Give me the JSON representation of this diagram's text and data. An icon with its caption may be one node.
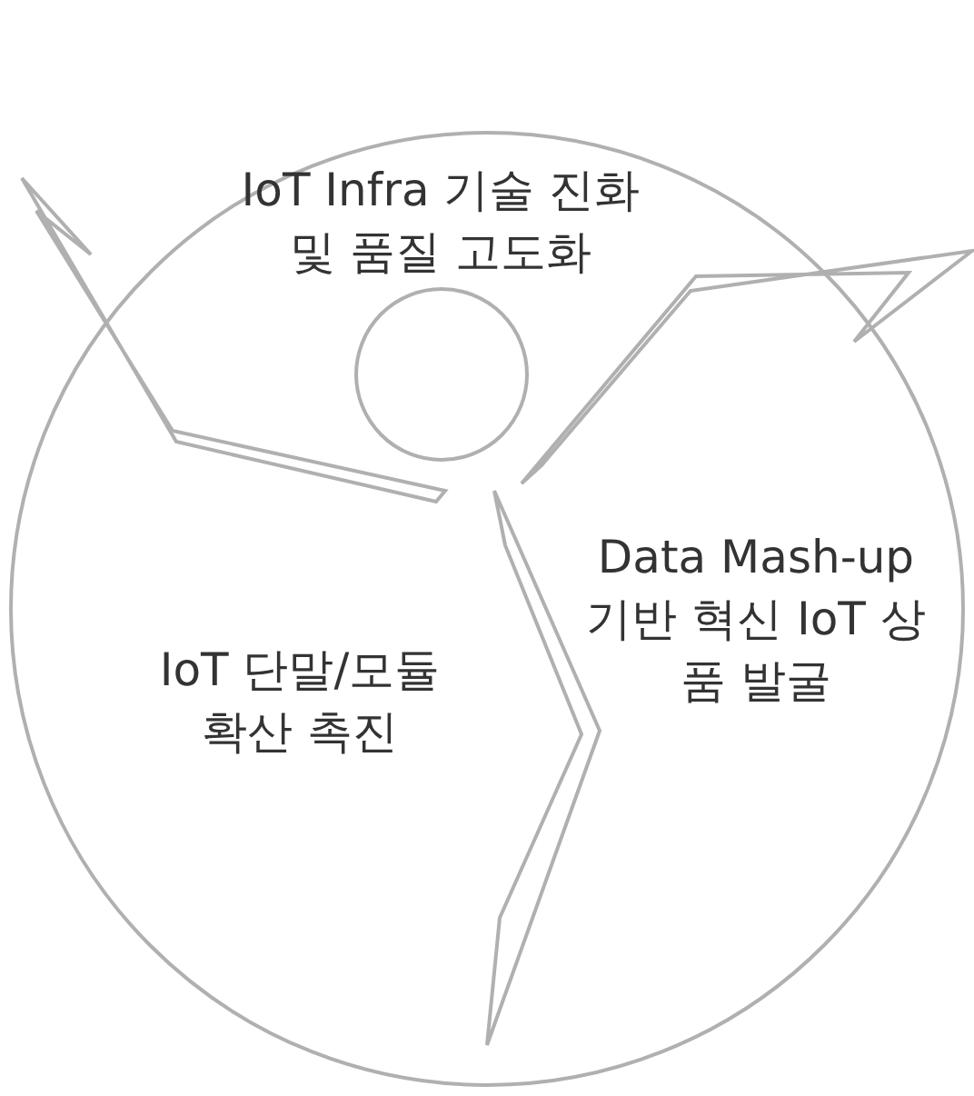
{
  "diagram": {
    "nodes": [
      {
        "text": [],
        "shape": "circle"
      },
      {
        "text": [],
        "shape": "circle",
        "in": 0
      }
    ],
    "labels": [
      "IoT Infra 기술 진화 및 품질 고도화",
      "Data Mash-up 기반 혁신 IoT 상품 발굴",
      "IoT 단말/모듈 확산 촉진"
    ]
  }
}
